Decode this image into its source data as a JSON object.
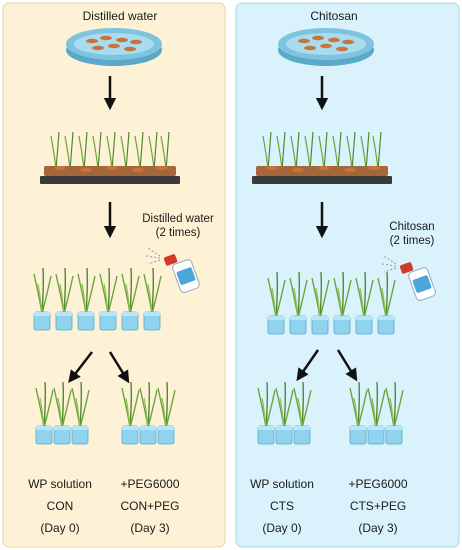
{
  "panels": [
    {
      "title": "Distilled water",
      "spray_label_line1": "Distilled water",
      "spray_label_line2": "(2 times)",
      "left_group": {
        "line1": "WP solution",
        "line2": "CON",
        "line3": "(Day 0)"
      },
      "right_group": {
        "line1": "+PEG6000",
        "line2": "CON+PEG",
        "line3": "(Day 3)"
      }
    },
    {
      "title": "Chitosan",
      "spray_label_line1": "Chitosan",
      "spray_label_line2": "(2 times)",
      "left_group": {
        "line1": "WP solution",
        "line2": "CTS",
        "line3": "(Day 0)"
      },
      "right_group": {
        "line1": "+PEG6000",
        "line2": "CTS+PEG",
        "line3": "(Day 3)"
      }
    }
  ],
  "colors": {
    "panel_left_bg": "#fdf2d6",
    "panel_right_bg": "#d9f2fb",
    "leaf": "#6fa23f",
    "leaf_dark": "#4f8a2e",
    "soil": "#a4673a",
    "tray": "#3a3a3a",
    "water": "#8fd3ee",
    "seed": "#c8733c",
    "dish": "#7ec4de",
    "arrow": "#111111"
  },
  "icons": {
    "dish": "petri-dish-icon",
    "seedling_tray": "seedling-tray-icon",
    "spray_bottle": "spray-bottle-icon",
    "plant_cup": "plant-cup-icon"
  }
}
